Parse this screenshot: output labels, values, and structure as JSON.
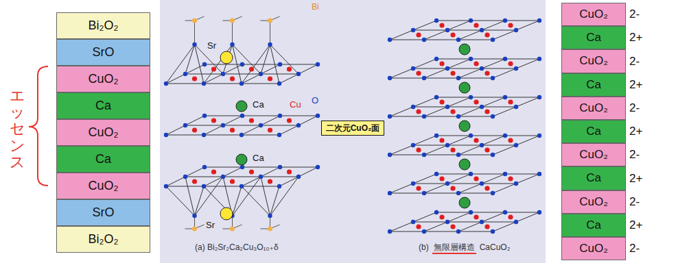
{
  "diagram": {
    "nodes": [
      {
        "text": [
          "Bi₂O₂"
        ]
      },
      {
        "text": [
          "SrO"
        ]
      },
      {
        "text": [
          "CuO₂"
        ]
      },
      {
        "text": [
          "Ca"
        ]
      },
      {
        "text": [
          "CuO₂"
        ]
      },
      {
        "text": [
          "Ca"
        ]
      },
      {
        "text": [
          "CuO₂"
        ]
      },
      {
        "text": [
          "SrO"
        ]
      },
      {
        "text": [
          "Bi₂O₂"
        ]
      },
      {
        "text": [
          "二次元CuO₂面"
        ]
      },
      {
        "text": [
          "CuO₂"
        ]
      },
      {
        "text": [
          "Ca"
        ]
      },
      {
        "text": [
          "CuO₂"
        ]
      },
      {
        "text": [
          "Ca"
        ]
      },
      {
        "text": [
          "CuO₂"
        ]
      },
      {
        "text": [
          "Ca"
        ]
      },
      {
        "text": [
          "CuO₂"
        ]
      },
      {
        "text": [
          "Ca"
        ]
      },
      {
        "text": [
          "CuO₂"
        ]
      },
      {
        "text": [
          "Ca"
        ]
      },
      {
        "text": [
          "CuO₂"
        ]
      }
    ],
    "labels": [
      "エッセンス",
      "Bi",
      "Sr",
      "Ca",
      "Cu",
      "O",
      "Ca",
      "Sr",
      "(a) Bi₂Sr₂Ca₂Cu₃O₁₀₊δ",
      "(b)",
      "無限層構造",
      "CaCuO₂",
      "2-",
      "2+",
      "2-",
      "2+",
      "2-",
      "2+",
      "2-",
      "2+",
      "2-",
      "2+",
      "2-"
    ]
  }
}
